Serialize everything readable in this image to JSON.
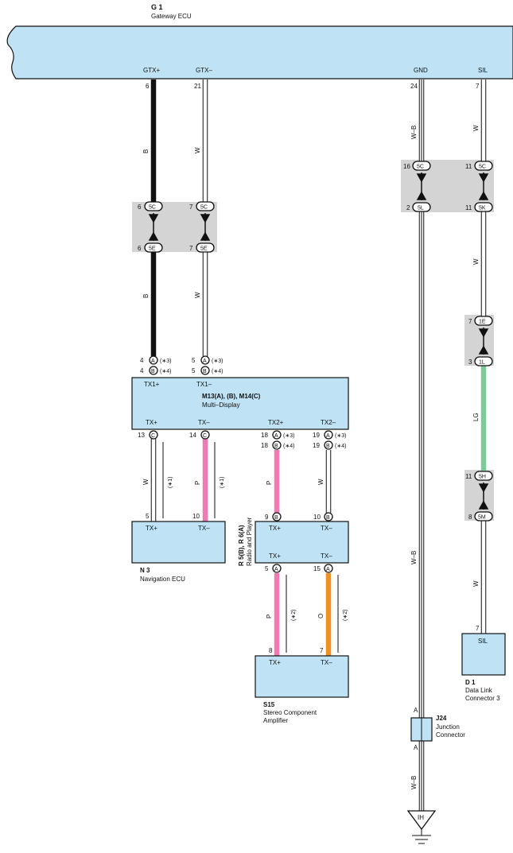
{
  "components": {
    "g1": {
      "ref": "G 1",
      "name": "Gateway ECU",
      "pins": [
        "GTX+",
        "GTX–",
        "GND",
        "SIL"
      ],
      "pin_nums": [
        "6",
        "21",
        "24",
        "7"
      ]
    },
    "m13": {
      "ref": "M13(A), (B), M14(C)",
      "name": "Multi–Display",
      "top_pins": [
        "TX1+",
        "TX1–"
      ],
      "bottom_pins": [
        "TX+",
        "TX–",
        "TX2+",
        "TX2–"
      ]
    },
    "n3": {
      "ref": "N 3",
      "name": "Navigation ECU",
      "pins": [
        "TX+",
        "TX–"
      ]
    },
    "r5": {
      "ref": "R 5(B), R 6(A)",
      "name": "Radio and Player",
      "top_pins": [
        "TX+",
        "TX–"
      ],
      "bottom_pins": [
        "TX+",
        "TX–"
      ]
    },
    "s15": {
      "ref": "S15",
      "name_line1": "Stereo Component",
      "name_line2": "Amplifier",
      "pins": [
        "TX+",
        "TX–"
      ]
    },
    "d1": {
      "ref": "D 1",
      "name_line1": "Data Link",
      "name_line2": "Connector 3",
      "pin": "SIL"
    },
    "j24": {
      "ref": "J24",
      "name_line1": "Junction",
      "name_line2": "Connector",
      "pin_top": "A",
      "pin_bottom": "A"
    },
    "ground": {
      "label": "IH"
    }
  },
  "wire_colors": {
    "black": "#111111",
    "white": "#ffffff",
    "pink": "#f07ab4",
    "orange": "#f0901e",
    "green": "#7ecb9a",
    "connector_box": "#bfe3f5",
    "junction_bg": "#d4d4d4"
  },
  "wires": {
    "gtx_plus_color": "B",
    "gtx_minus_color": "W",
    "gnd_color": "W–B",
    "sil_color": "W",
    "sil_green_color": "LG",
    "nav_tx_plus_color": "W",
    "nav_tx_minus_color": "P",
    "tx2_plus_color": "P",
    "tx2_minus_color": "W",
    "amp_tx_plus_color": "P",
    "amp_tx_minus_color": "O",
    "note1": "(∗1)",
    "note2": "(∗2)",
    "note3": "(∗3)",
    "note4": "(∗4)"
  },
  "junctions": {
    "j5c": "5C",
    "j5e": "5E",
    "j5l": "5L",
    "j5k": "5K",
    "j1e": "1E",
    "j1l": "1L",
    "j5h": "5H",
    "j5m": "5M"
  },
  "pins": {
    "p6": "6",
    "p7": "7",
    "p4": "4",
    "p5": "5",
    "p13": "13",
    "p14": "14",
    "p18": "18",
    "p19": "19",
    "p16": "16",
    "p2": "2",
    "p11": "11",
    "p3": "3",
    "p8": "8",
    "p9": "9",
    "p10": "10",
    "p15": "15",
    "letter_a": "A",
    "letter_b": "B",
    "letter_c": "C"
  }
}
